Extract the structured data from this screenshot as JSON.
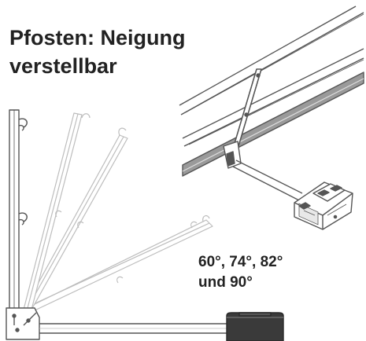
{
  "title": {
    "line1": "Pfosten: Neigung",
    "line2": "verstellbar"
  },
  "angles_caption": {
    "line1": "60°, 74°, 82°",
    "line2": "und 90°"
  },
  "colors": {
    "text": "#222222",
    "line": "#555555",
    "motor_box": "#3a3a3a"
  },
  "icons": [
    "post-icon",
    "hook-icon",
    "base-plate-icon",
    "motor-box-icon",
    "control-box-icon"
  ]
}
